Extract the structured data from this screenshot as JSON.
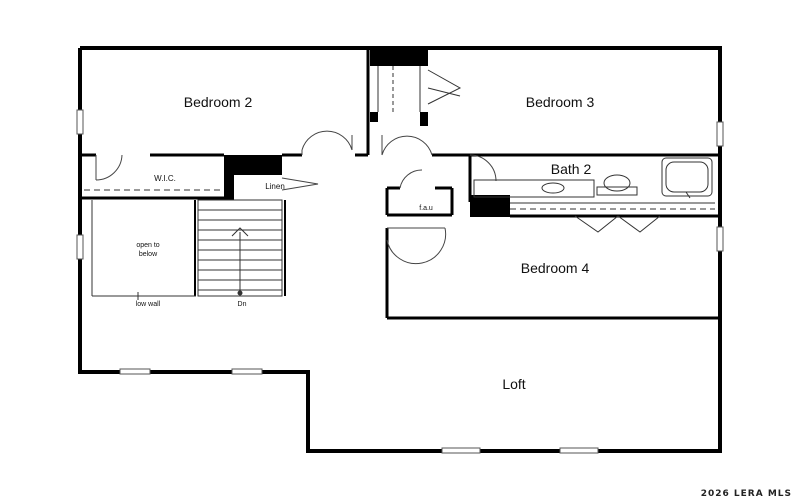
{
  "plan": {
    "rooms": {
      "bedroom2": "Bedroom 2",
      "bedroom3": "Bedroom 3",
      "bedroom4": "Bedroom 4",
      "bath2": "Bath 2",
      "wic": "W.I.C.",
      "linen": "Linen",
      "loft": "Loft"
    },
    "annotations": {
      "open_line1": "open to",
      "open_line2": "below",
      "low_wall": "low wall",
      "down": "Dn",
      "fau": "f.a.u"
    }
  },
  "watermark": "2026 LERA MLS",
  "colors": {
    "wall": "#000000",
    "background": "#ffffff",
    "thin_line": "#333333"
  }
}
